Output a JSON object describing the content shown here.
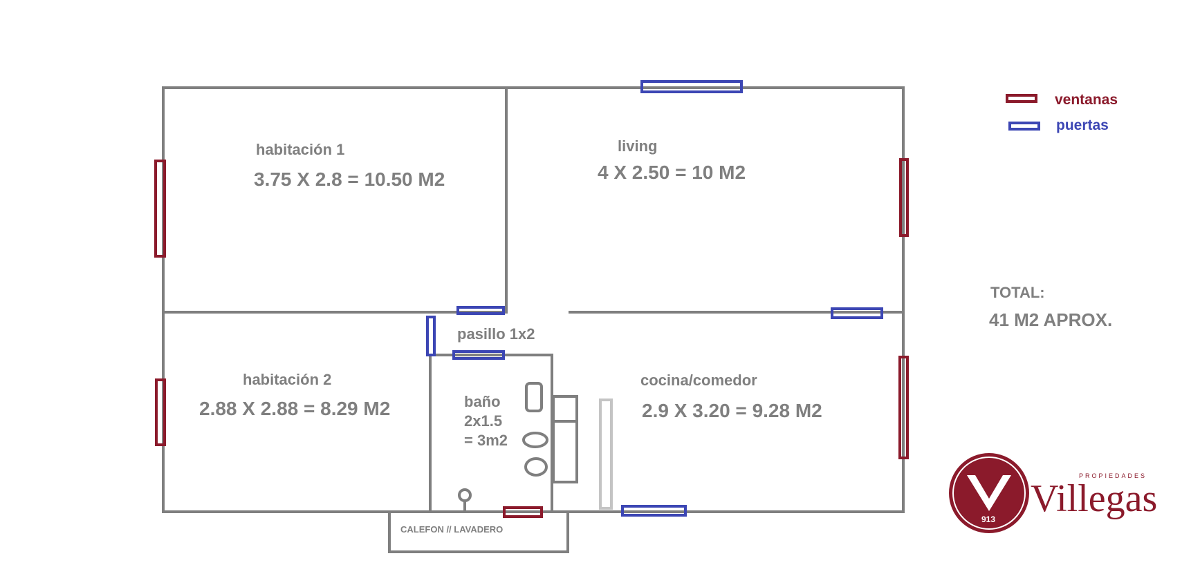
{
  "rooms": {
    "habitacion1": {
      "name": "habitación 1",
      "dims": "3.75 X 2.8 = 10.50 M2"
    },
    "living": {
      "name": "living",
      "dims": "4 X 2.50 = 10 M2"
    },
    "habitacion2": {
      "name": "habitación 2",
      "dims": "2.88 X 2.88 = 8.29 M2"
    },
    "pasillo": {
      "name": "pasillo 1x2"
    },
    "bano": {
      "name": "baño",
      "line2": "2x1.5",
      "line3": "= 3m2"
    },
    "cocina": {
      "name": "cocina/comedor",
      "dims": "2.9 X 3.20 = 9.28 M2"
    },
    "calefon": {
      "name": "CALEFON // LAVADERO"
    }
  },
  "legend": {
    "windows": "ventanas",
    "doors": "puertas"
  },
  "total": {
    "label": "TOTAL:",
    "value": "41 M2 APROX."
  },
  "logo": {
    "word": "Villegas",
    "sub": "PROPIEDADES",
    "number": "913"
  },
  "colors": {
    "wall": "#7f7f7f",
    "window": "#8b1a2b",
    "door": "#3c46b4",
    "brand": "#8b1a2b"
  }
}
